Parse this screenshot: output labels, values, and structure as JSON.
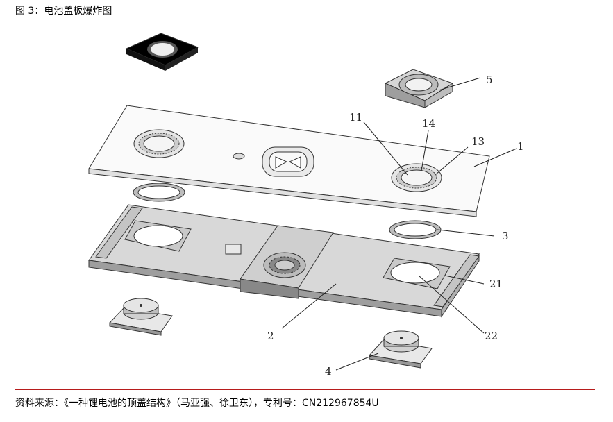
{
  "figure": {
    "caption": "图 3：电池盖板爆炸图",
    "source": "资料来源：《一种锂电池的顶盖结构》（马亚强、徐卫东），专利号：CN212967854U"
  },
  "labels": [
    "5",
    "11",
    "14",
    "13",
    "1",
    "3",
    "21",
    "22",
    "2",
    "4"
  ],
  "colors": {
    "rule": "#b71c1c",
    "part_fill": "#d9d9d9",
    "dark_part": "#1a1a1a"
  }
}
